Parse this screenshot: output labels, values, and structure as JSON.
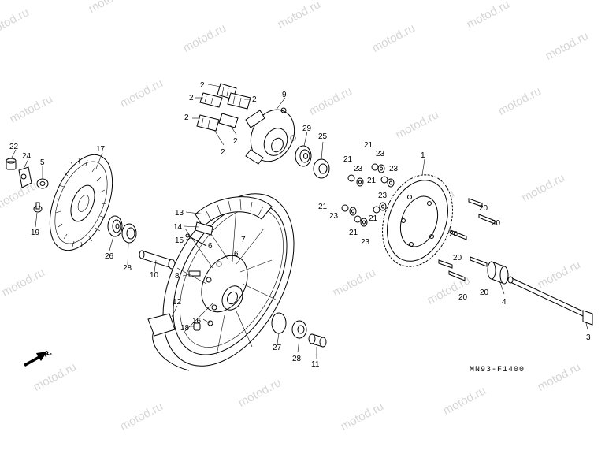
{
  "watermark": "motod.ru",
  "diagram_code": "MN93-F1400",
  "direction_label": "FR.",
  "callouts": {
    "c1": "1",
    "c2a": "2",
    "c2b": "2",
    "c2c": "2",
    "c2d": "2",
    "c2e": "2",
    "c2f": "2",
    "c3": "3",
    "c4": "4",
    "c5": "5",
    "c6a": "6",
    "c6b": "6",
    "c7": "7",
    "c8": "8",
    "c9": "9",
    "c10": "10",
    "c11": "11",
    "c12": "12",
    "c13": "13",
    "c14": "14",
    "c15": "15",
    "c16": "16",
    "c17": "17",
    "c18": "18",
    "c19": "19",
    "c20a": "20",
    "c20b": "20",
    "c20c": "20",
    "c20d": "20",
    "c20e": "20",
    "c20f": "20",
    "c21a": "21",
    "c21b": "21",
    "c21c": "21",
    "c21d": "21",
    "c21e": "21",
    "c21f": "21",
    "c22": "22",
    "c23a": "23",
    "c23b": "23",
    "c23c": "23",
    "c23d": "23",
    "c23e": "23",
    "c23f": "23",
    "c24": "24",
    "c25": "25",
    "c26": "26",
    "c27": "27",
    "c28a": "28",
    "c28b": "28",
    "c29": "29"
  }
}
